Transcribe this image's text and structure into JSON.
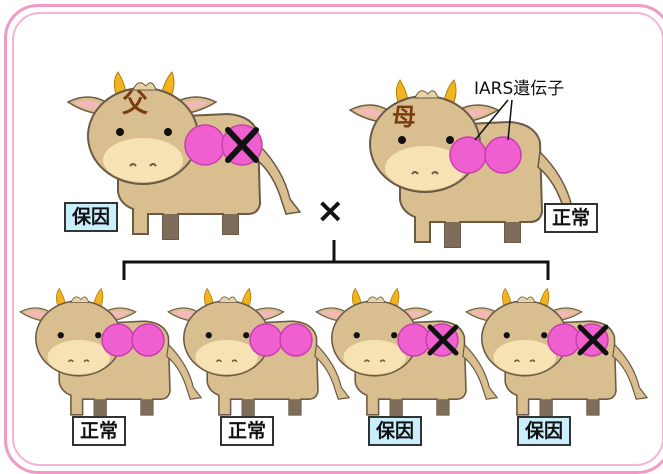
{
  "parents": {
    "father": {
      "kanji": "父",
      "status": "保因",
      "type": "carrier"
    },
    "mother": {
      "kanji": "母",
      "status": "正常",
      "type": "normal"
    },
    "cross_symbol": "×",
    "gene_label": "IARS遺伝子"
  },
  "offspring": [
    {
      "status": "正常",
      "type": "normal",
      "mutant": false
    },
    {
      "status": "正常",
      "type": "normal",
      "mutant": false
    },
    {
      "status": "保因",
      "type": "carrier",
      "mutant": true
    },
    {
      "status": "保因",
      "type": "carrier",
      "mutant": true
    }
  ],
  "colors": {
    "cow_body": "#d9bf8f",
    "cow_outline": "#6b5a45",
    "cow_dark": "#7d6d5a",
    "horn": "#f2b320",
    "muzzle": "#f7e2b4",
    "ear_inner": "#f5b8b8",
    "gene": "#ef5fcf",
    "carrier_label": "#c9eefc",
    "frame": "#f29ac6"
  }
}
